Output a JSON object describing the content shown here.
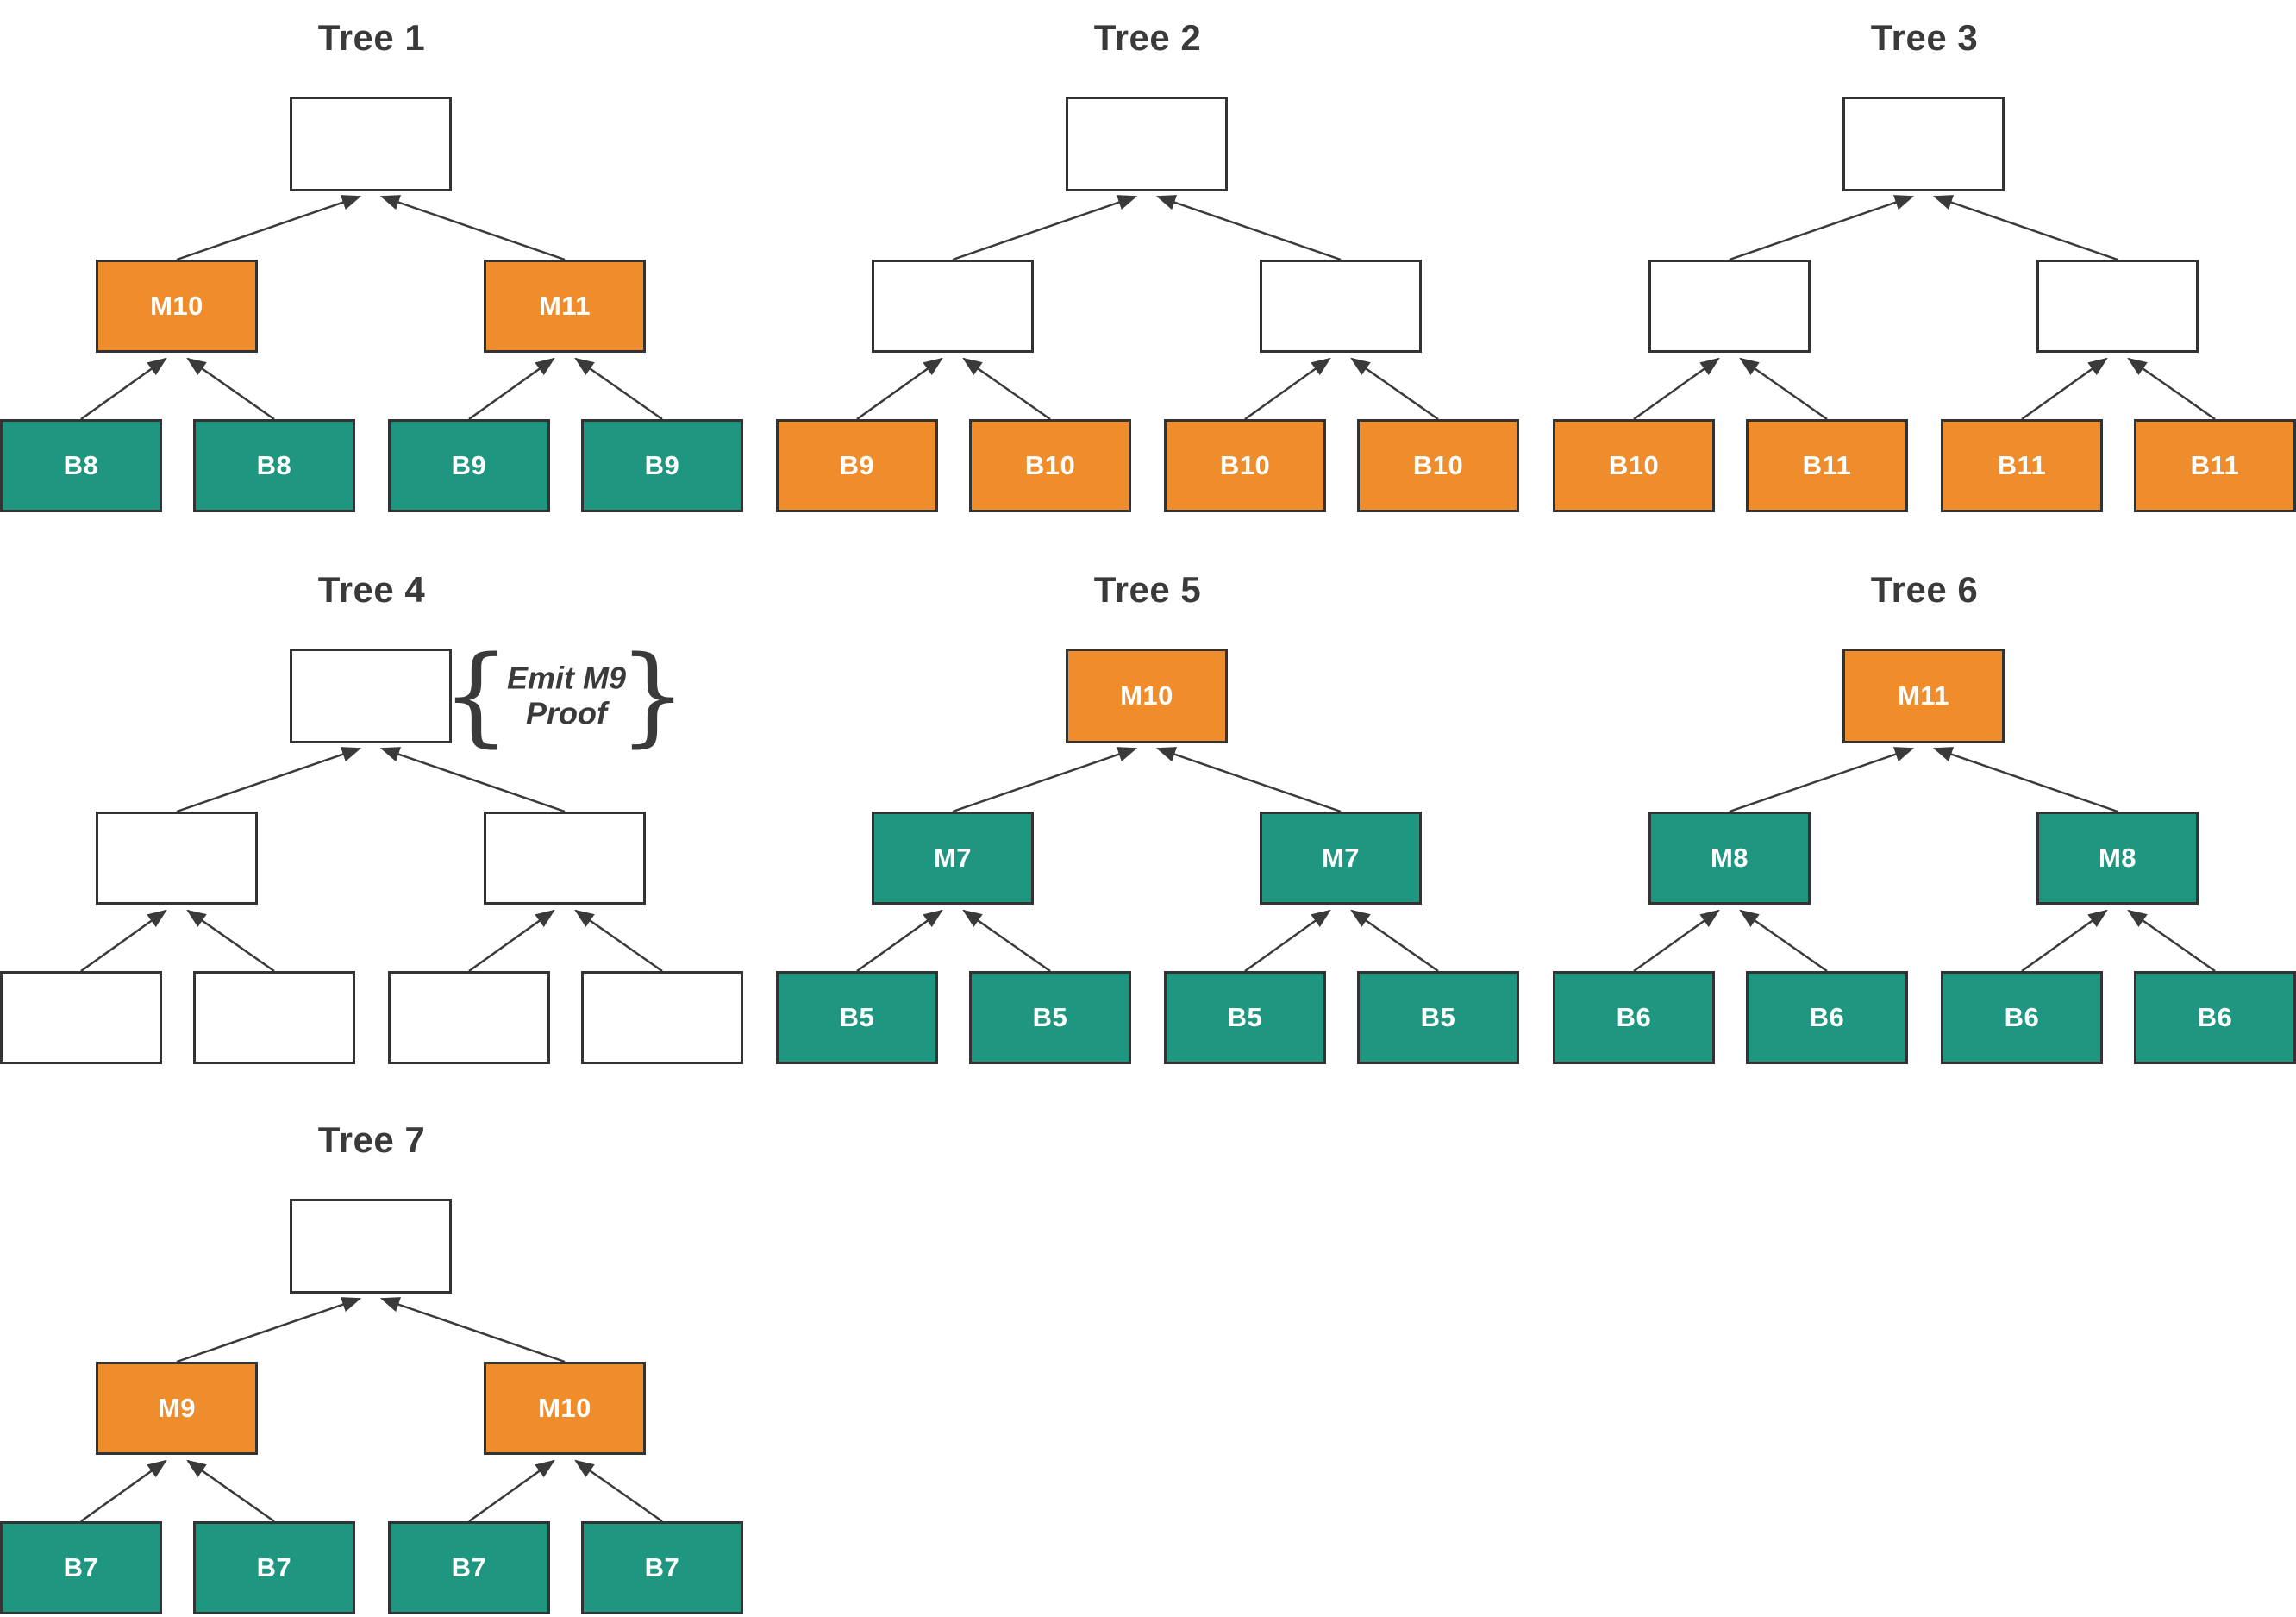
{
  "diagram": {
    "colors": {
      "orange": "#ef8d2c",
      "teal": "#1f9780",
      "empty": "#ffffff",
      "border": "#333333",
      "arrow": "#3a3a3a",
      "title_text": "#3a3a3a",
      "node_label_text": "#ffffff"
    },
    "trees": [
      {
        "title": "Tree 1",
        "root": {
          "label": "",
          "color": "empty"
        },
        "internal": [
          {
            "label": "M10",
            "color": "orange"
          },
          {
            "label": "M11",
            "color": "orange"
          }
        ],
        "leaves": [
          {
            "label": "B8",
            "color": "teal"
          },
          {
            "label": "B8",
            "color": "teal"
          },
          {
            "label": "B9",
            "color": "teal"
          },
          {
            "label": "B9",
            "color": "teal"
          }
        ]
      },
      {
        "title": "Tree 2",
        "root": {
          "label": "",
          "color": "empty"
        },
        "internal": [
          {
            "label": "",
            "color": "empty"
          },
          {
            "label": "",
            "color": "empty"
          }
        ],
        "leaves": [
          {
            "label": "B9",
            "color": "orange"
          },
          {
            "label": "B10",
            "color": "orange"
          },
          {
            "label": "B10",
            "color": "orange"
          },
          {
            "label": "B10",
            "color": "orange"
          }
        ]
      },
      {
        "title": "Tree 3",
        "root": {
          "label": "",
          "color": "empty"
        },
        "internal": [
          {
            "label": "",
            "color": "empty"
          },
          {
            "label": "",
            "color": "empty"
          }
        ],
        "leaves": [
          {
            "label": "B10",
            "color": "orange"
          },
          {
            "label": "B11",
            "color": "orange"
          },
          {
            "label": "B11",
            "color": "orange"
          },
          {
            "label": "B11",
            "color": "orange"
          }
        ]
      },
      {
        "title": "Tree 4",
        "root": {
          "label": "",
          "color": "empty"
        },
        "annotation": {
          "open_brace": "{",
          "lines": [
            "Emit M9",
            "Proof"
          ],
          "close_brace": "}"
        },
        "internal": [
          {
            "label": "",
            "color": "empty"
          },
          {
            "label": "",
            "color": "empty"
          }
        ],
        "leaves": [
          {
            "label": "",
            "color": "empty"
          },
          {
            "label": "",
            "color": "empty"
          },
          {
            "label": "",
            "color": "empty"
          },
          {
            "label": "",
            "color": "empty"
          }
        ]
      },
      {
        "title": "Tree 5",
        "root": {
          "label": "M10",
          "color": "orange"
        },
        "internal": [
          {
            "label": "M7",
            "color": "teal"
          },
          {
            "label": "M7",
            "color": "teal"
          }
        ],
        "leaves": [
          {
            "label": "B5",
            "color": "teal"
          },
          {
            "label": "B5",
            "color": "teal"
          },
          {
            "label": "B5",
            "color": "teal"
          },
          {
            "label": "B5",
            "color": "teal"
          }
        ]
      },
      {
        "title": "Tree 6",
        "root": {
          "label": "M11",
          "color": "orange"
        },
        "internal": [
          {
            "label": "M8",
            "color": "teal"
          },
          {
            "label": "M8",
            "color": "teal"
          }
        ],
        "leaves": [
          {
            "label": "B6",
            "color": "teal"
          },
          {
            "label": "B6",
            "color": "teal"
          },
          {
            "label": "B6",
            "color": "teal"
          },
          {
            "label": "B6",
            "color": "teal"
          }
        ]
      },
      {
        "title": "Tree 7",
        "root": {
          "label": "",
          "color": "empty"
        },
        "internal": [
          {
            "label": "M9",
            "color": "orange"
          },
          {
            "label": "M10",
            "color": "orange"
          }
        ],
        "leaves": [
          {
            "label": "B7",
            "color": "teal"
          },
          {
            "label": "B7",
            "color": "teal"
          },
          {
            "label": "B7",
            "color": "teal"
          },
          {
            "label": "B7",
            "color": "teal"
          }
        ]
      }
    ]
  }
}
